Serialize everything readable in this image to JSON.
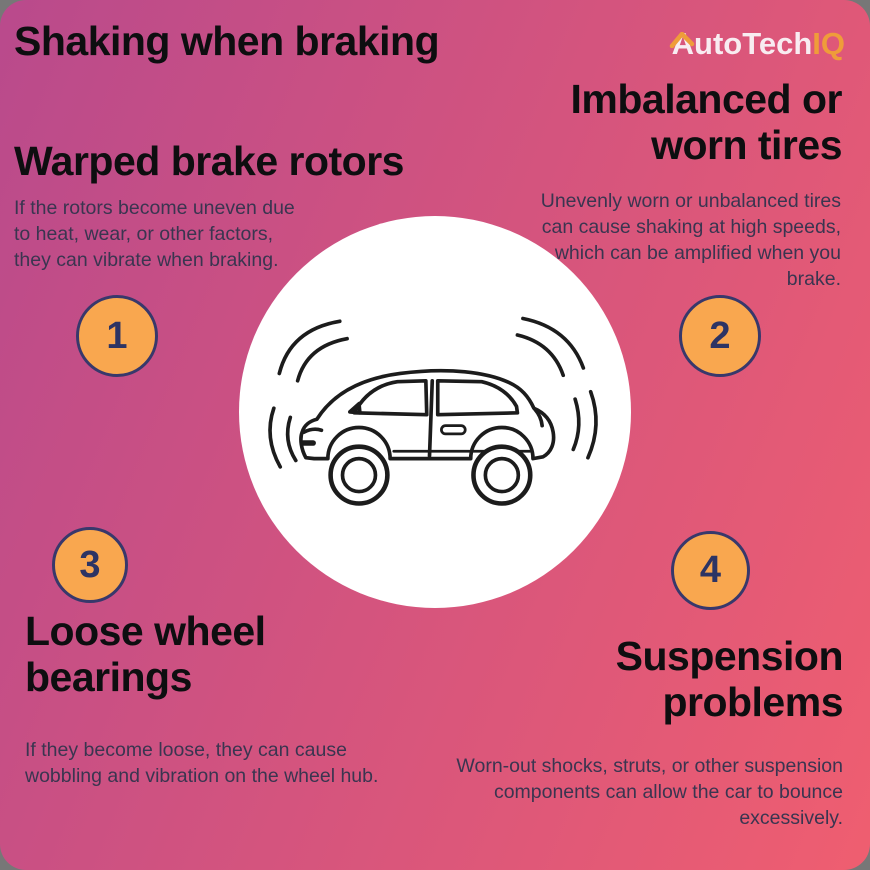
{
  "header": {
    "title": "Shaking when braking",
    "brand_white": "AutoTech",
    "brand_orange": "IQ"
  },
  "causes": [
    {
      "number": "1",
      "title": "Warped brake rotors",
      "description": "If the rotors become uneven due to heat, wear, or other factors, they can vibrate when braking."
    },
    {
      "number": "2",
      "title": "Imbalanced or worn tires",
      "description": "Unevenly worn or unbalanced tires can cause shaking at high speeds, which can be amplified when you brake."
    },
    {
      "number": "3",
      "title": "Loose wheel bearings",
      "description": "If they become loose, they can cause wobbling and vibration on the wheel hub."
    },
    {
      "number": "4",
      "title": "Suspension problems",
      "description": "Worn-out shocks, struts, or other suspension components can allow the car to bounce excessively."
    }
  ],
  "colors": {
    "background_gradient_start": "#b94a8c",
    "background_gradient_end": "#ef5e70",
    "badge_fill": "#f9a74f",
    "badge_border": "#38386b",
    "badge_text": "#2d3464",
    "heading_text": "#0e0e10",
    "body_text": "#3a3550",
    "logo_white": "#f8ecf1",
    "logo_orange": "#ef9c3a"
  }
}
